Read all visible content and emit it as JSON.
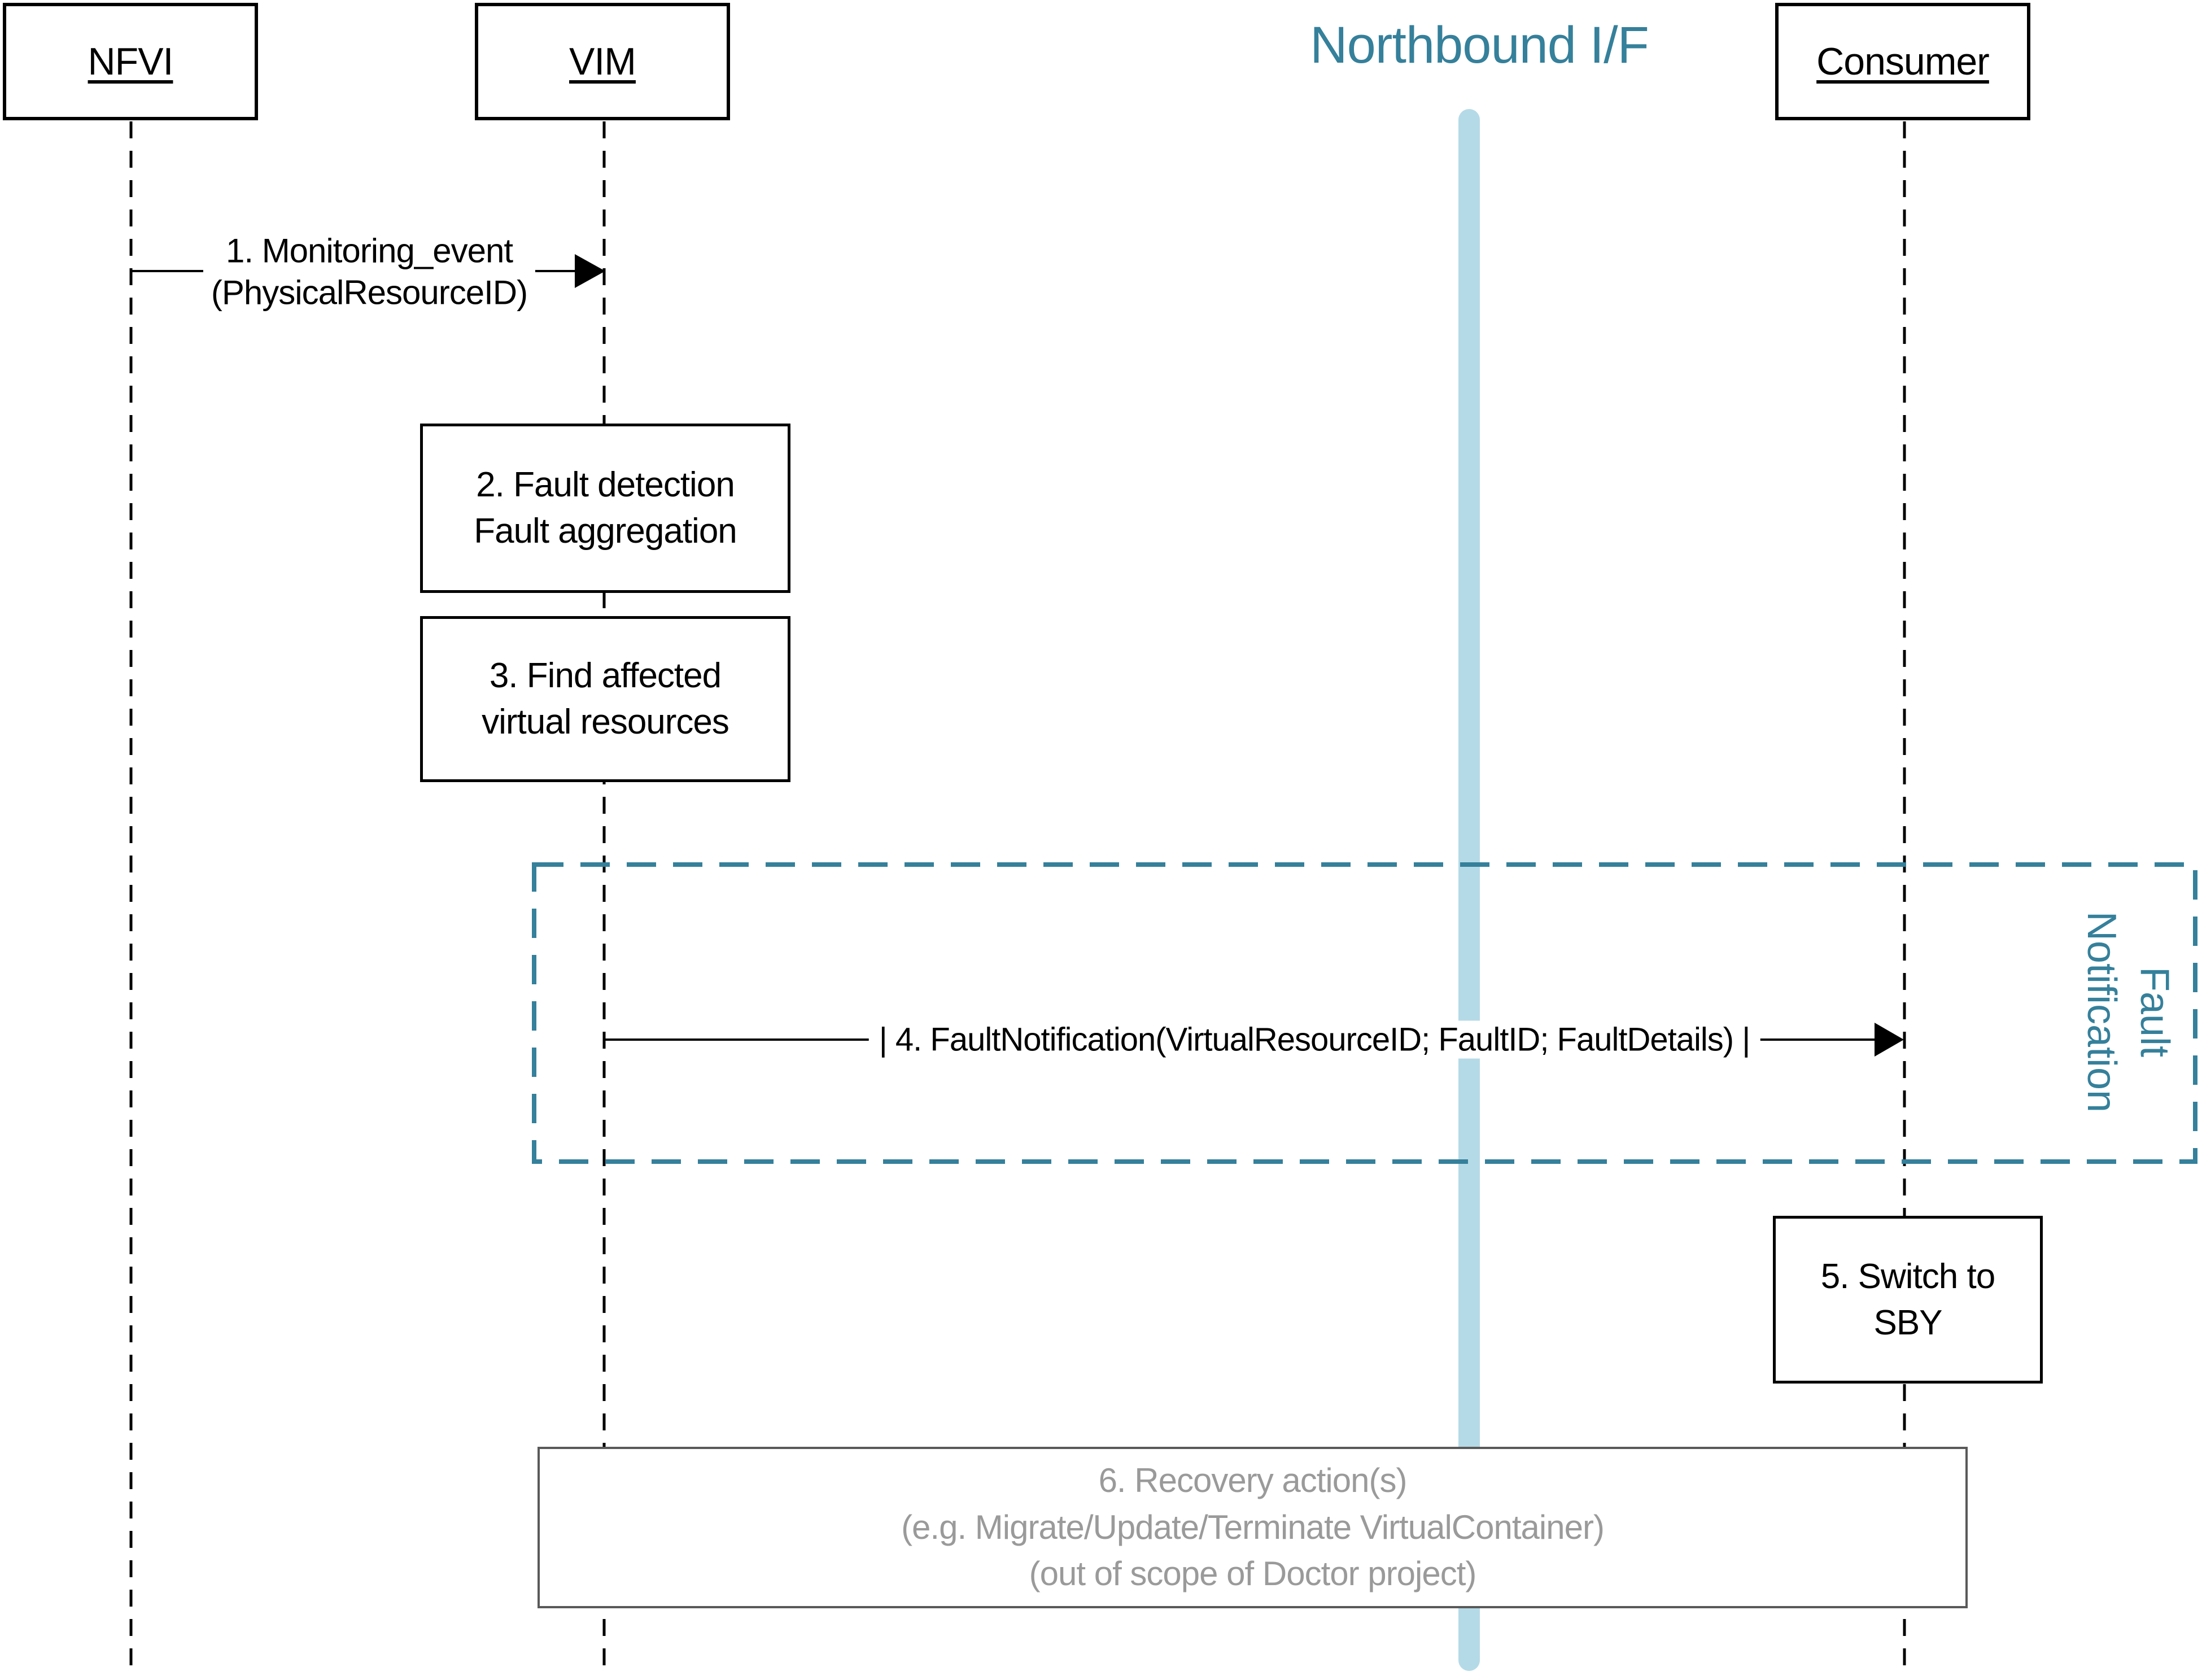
{
  "diagram": {
    "actors": {
      "nfvi": "NFVI",
      "vim": "VIM",
      "consumer": "Consumer"
    },
    "northbound_title": "Northbound I/F",
    "messages": {
      "m1": {
        "line1": "1. Monitoring_event",
        "line2": "(PhysicalResourceID)"
      },
      "m4": {
        "label": "| 4. FaultNotification(VirtualResourceID; FaultID; FaultDetails) |"
      }
    },
    "activities": {
      "a2": {
        "line1": "2. Fault detection",
        "line2": "Fault aggregation"
      },
      "a3": {
        "line1": "3. Find affected",
        "line2": "virtual resources"
      },
      "a5": {
        "line1": "5. Switch to",
        "line2": "SBY"
      },
      "a6": {
        "line1": "6. Recovery action(s)",
        "line2": "(e.g. Migrate/Update/Terminate VirtualContainer)",
        "line3": "(out of scope of Doctor project)"
      }
    },
    "fault_frame": {
      "line1": "Fault",
      "line2": "Notification"
    },
    "colors": {
      "teal": "#35809B",
      "light_blue": "#B5DAE7",
      "gray_text": "#9A9A9A",
      "line_black": "#000000",
      "box6_border": "#595959"
    }
  }
}
